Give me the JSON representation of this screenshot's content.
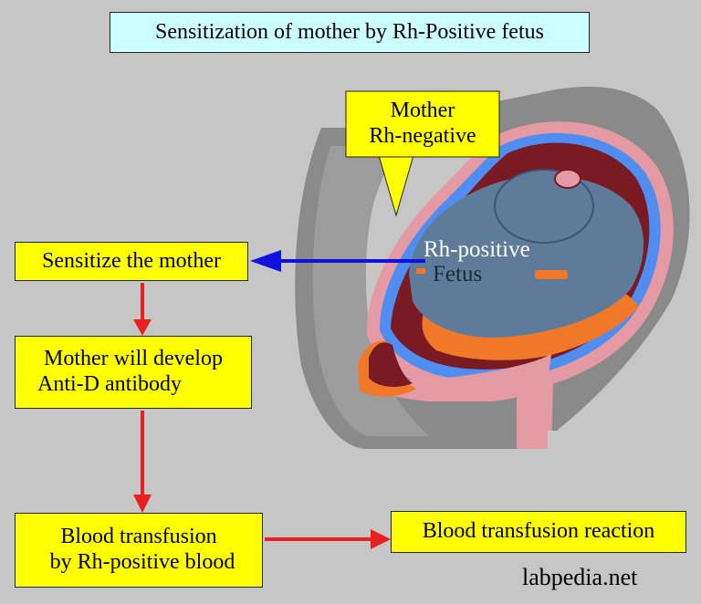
{
  "title": "Sensitization of mother by Rh-Positive fetus",
  "mother_callout": {
    "line1": "Mother",
    "line2": "Rh-negative"
  },
  "fetus_label": {
    "line1": "Rh-positive",
    "line2": "Fetus"
  },
  "steps": {
    "sensitize": "Sensitize the mother",
    "antibody_line1": "Mother will develop",
    "antibody_line2": "Anti-D antibody",
    "transfusion_line1": "Blood transfusion",
    "transfusion_line2": "by Rh-positive blood",
    "reaction": "Blood transfusion reaction"
  },
  "credit": "labpedia.net",
  "colors": {
    "background": "#c6c6c6",
    "box_yellow": "#ffff00",
    "title_cyan": "#ccffff",
    "arrow_red": "#e82020",
    "arrow_blue": "#1010e0",
    "fetus_blue": "#5f7b9a",
    "uterus_dark": "#7a1a22",
    "placenta_orange": "#f07828",
    "tissue_pink": "#e39aa0",
    "body_gray": "#8a8a8a"
  }
}
